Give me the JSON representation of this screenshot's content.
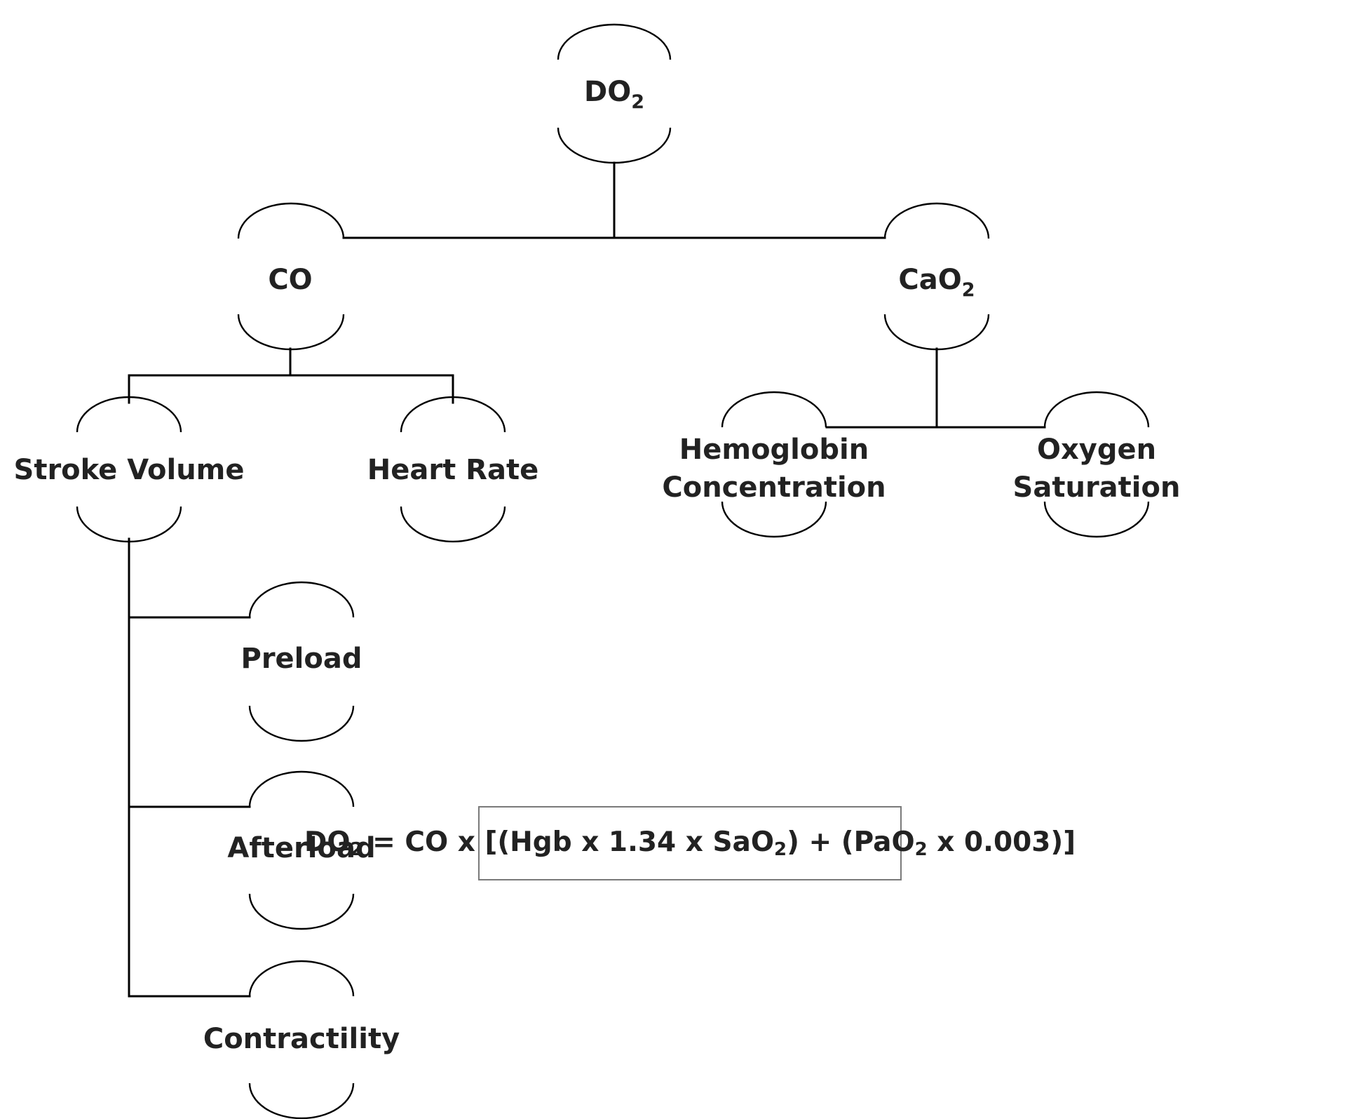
{
  "nodes": {
    "do2": {
      "base": "DO",
      "sub": "2"
    },
    "co": {
      "text": "CO"
    },
    "cao2": {
      "base": "CaO",
      "sub": "2"
    },
    "stroke_volume": {
      "text": "Stroke Volume"
    },
    "heart_rate": {
      "text": "Heart Rate"
    },
    "hemoglobin": {
      "line1": "Hemoglobin",
      "line2": "Concentration"
    },
    "oxygen": {
      "line1": "Oxygen",
      "line2": "Saturation"
    },
    "preload": {
      "text": "Preload"
    },
    "afterload": {
      "text": "Afterload"
    },
    "contractility": {
      "text": "Contractility"
    }
  },
  "formula": {
    "p1": "DO",
    "s1": "2",
    "p2": " = CO x [(Hgb x 1.34 x SaO",
    "s2": "2",
    "p3": ") + (PaO",
    "s3": "2",
    "p4": " x 0.003)]"
  }
}
